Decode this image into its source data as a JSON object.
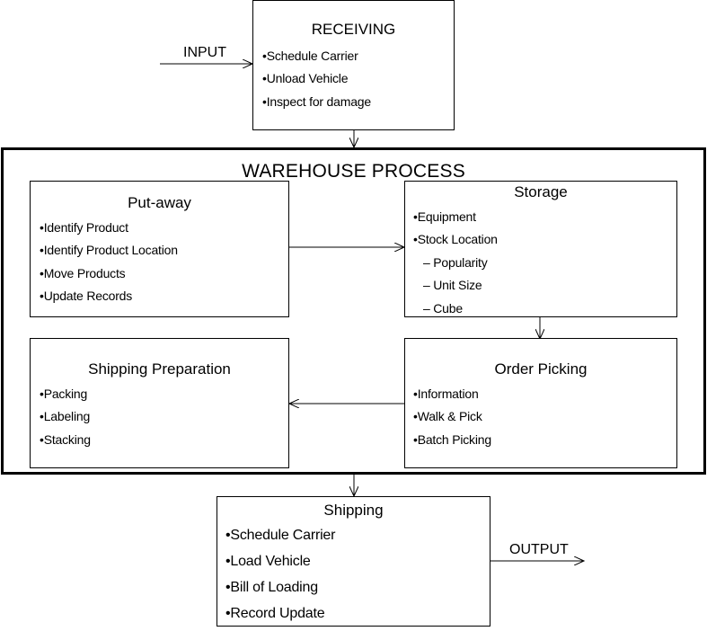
{
  "input_label": "INPUT",
  "output_label": "OUTPUT",
  "receiving": {
    "title": "RECEIVING",
    "items": [
      "•Schedule Carrier",
      "•Unload Vehicle",
      "•Inspect for damage"
    ]
  },
  "warehouse": {
    "title": "WAREHOUSE PROCESS",
    "putaway": {
      "title": "Put-away",
      "items": [
        "•Identify Product",
        "•Identify Product Location",
        "•Move Products",
        "•Update Records"
      ]
    },
    "storage": {
      "title": "Storage",
      "items": [
        "•Equipment",
        "•Stock Location"
      ],
      "subitems": [
        "–  Popularity",
        "–  Unit Size",
        "–  Cube"
      ]
    },
    "shipping_prep": {
      "title": "Shipping Preparation",
      "items": [
        "•Packing",
        "•Labeling",
        "•Stacking"
      ]
    },
    "order_picking": {
      "title": "Order Picking",
      "items": [
        "•Information",
        "•Walk & Pick",
        "•Batch Picking"
      ]
    }
  },
  "shipping": {
    "title": "Shipping",
    "items": [
      "•Schedule Carrier",
      "•Load Vehicle",
      "•Bill of Loading",
      "•Record Update"
    ]
  }
}
